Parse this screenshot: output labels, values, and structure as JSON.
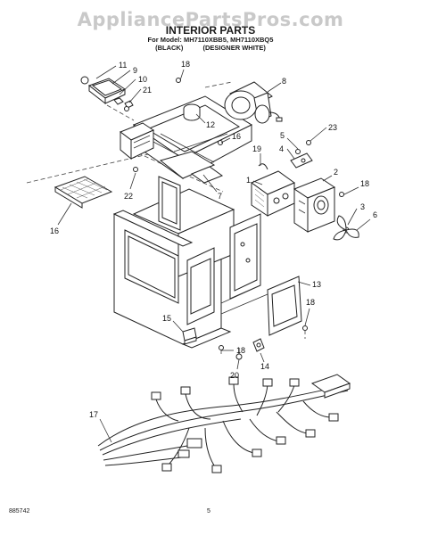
{
  "watermark": "AppliancePartsPros.com",
  "header": {
    "title": "INTERIOR PARTS",
    "models": "For Model: MH7110XBB5, MH7110XBQ5",
    "variant_black": "(BLACK)",
    "variant_white": "(DESIGNER WHITE)"
  },
  "callouts": [
    "1",
    "2",
    "3",
    "4",
    "5",
    "6",
    "7",
    "8",
    "9",
    "10",
    "11",
    "12",
    "13",
    "14",
    "15",
    "16",
    "17",
    "18",
    "19",
    "20",
    "21",
    "22",
    "23"
  ],
  "footer": {
    "code": "885742",
    "page": "5"
  }
}
